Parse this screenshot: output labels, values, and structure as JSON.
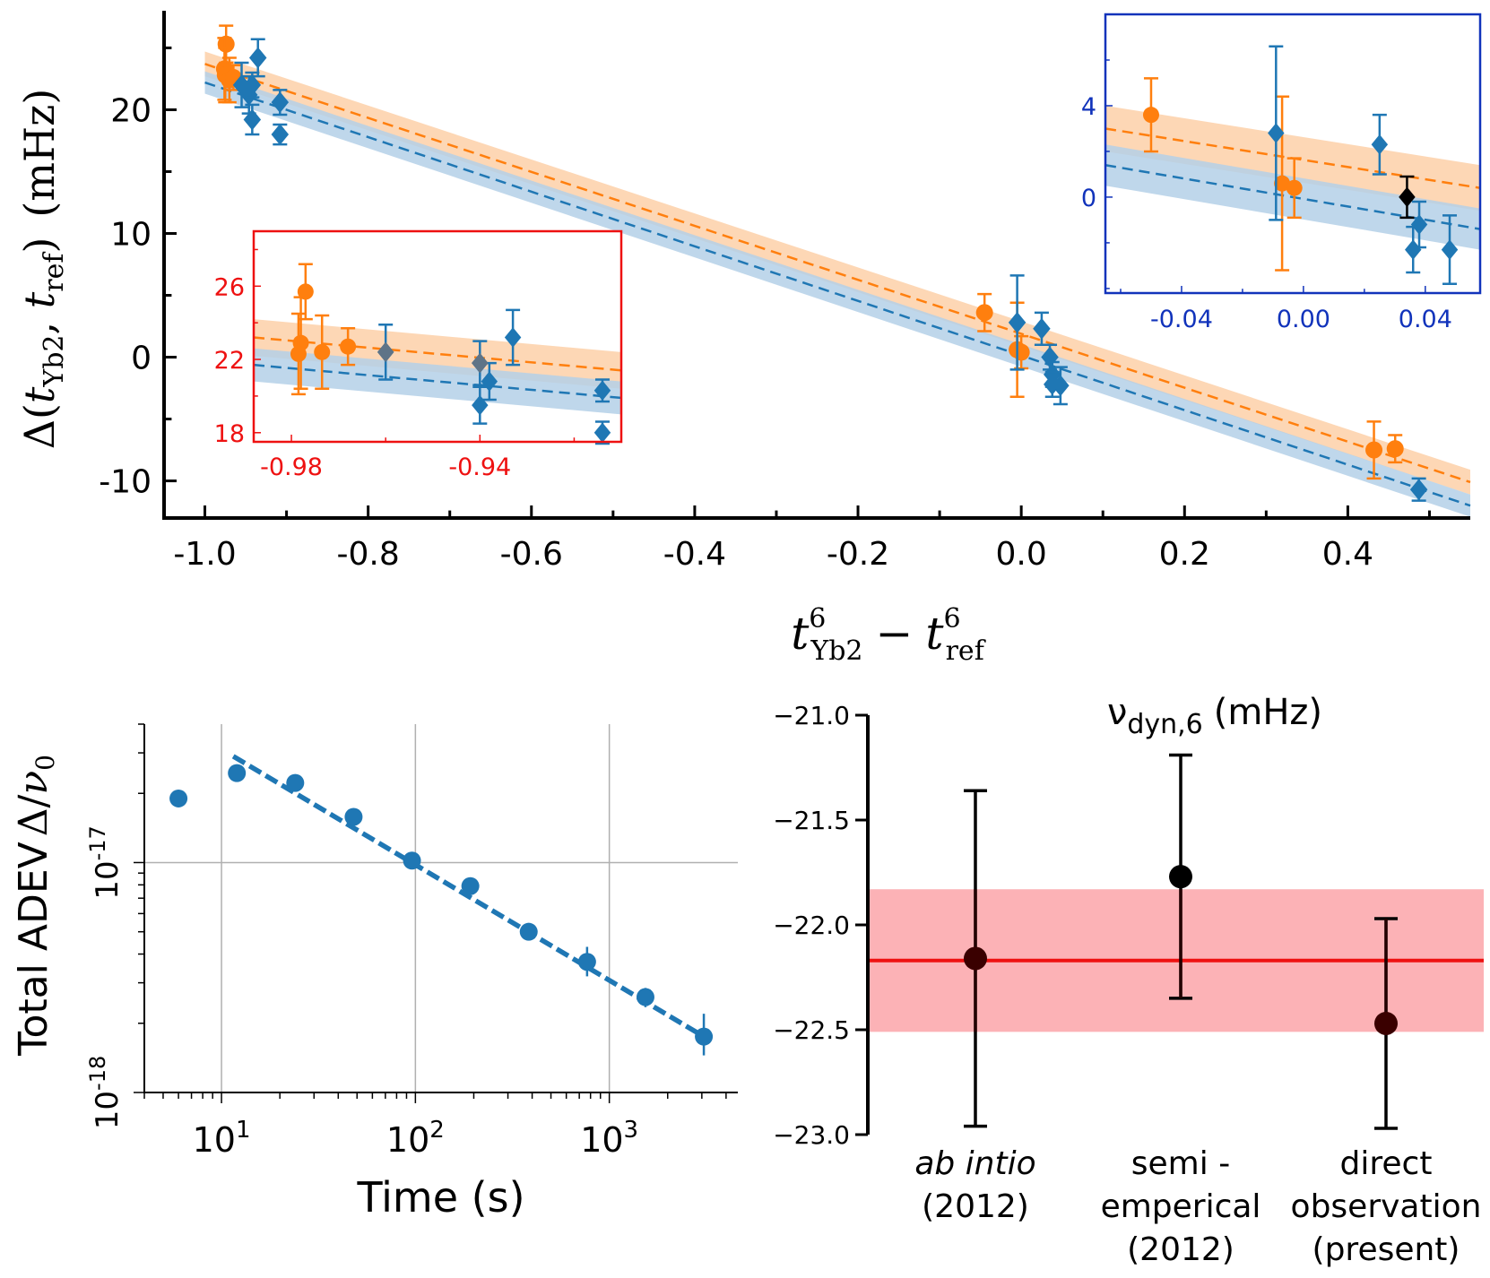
{
  "colors": {
    "orange": "#ff7f0e",
    "blue": "#1f77b4",
    "orange_band": "#fdd0a8",
    "blue_band": "#b4d0e8",
    "black_point": "#000000",
    "dark_red_point": "#3a0000",
    "inset_red": "#ee1111",
    "inset_blue": "#1133bb",
    "ref_red": "#ee1111",
    "ref_band": "#fcb2b6",
    "grid": "#b0b0b0"
  },
  "chart_data": [
    {
      "id": "main",
      "type": "scatter",
      "ylabel": "Δ(t_Yb2, t_ref)  (mHz)",
      "ylabel_parts": {
        "delta": "Δ(",
        "t1": "t",
        "s1": "Yb2",
        "comma": ",  ",
        "t2": "t",
        "s2": "ref",
        "close": ")",
        "unit": "(mHz)"
      },
      "xlabel_parts": {
        "t1": "t",
        "sup1": "6",
        "s1": "Yb2",
        "minus": "−",
        "t2": "t",
        "sup2": "6",
        "s2": "ref"
      },
      "xlim": [
        -1.05,
        0.55
      ],
      "ylim": [
        -13,
        28
      ],
      "xticks": [
        -1.0,
        -0.8,
        -0.6,
        -0.4,
        -0.2,
        0.0,
        0.2,
        0.4
      ],
      "xtick_labels": [
        "-1.0",
        "-0.8",
        "-0.6",
        "-0.4",
        "-0.2",
        "0.0",
        "0.2",
        "0.4"
      ],
      "yticks": [
        -10,
        0,
        10,
        20
      ],
      "ytick_labels": [
        "-10",
        "0",
        "10",
        "20"
      ],
      "series": [
        {
          "marker": "circle",
          "color": "orange",
          "points": [
            {
              "x": -0.974,
              "y": 25.3,
              "err": 1.5
            },
            {
              "x": -0.976,
              "y": 23.3,
              "err": 2.5
            },
            {
              "x": -0.975,
              "y": 22.8,
              "err": 2.2
            },
            {
              "x": -0.97,
              "y": 22.4,
              "err": 1.8
            },
            {
              "x": -0.965,
              "y": 22.6,
              "err": 1.0
            },
            {
              "x": -0.045,
              "y": 3.6,
              "err": 1.5
            },
            {
              "x": -0.005,
              "y": 0.6,
              "err": 3.8
            },
            {
              "x": 0.0,
              "y": 0.4,
              "err": 1.3
            },
            {
              "x": 0.432,
              "y": -7.5,
              "err": 2.3
            },
            {
              "x": 0.458,
              "y": -7.4,
              "err": 1.1
            }
          ]
        },
        {
          "marker": "diamond",
          "color": "blue",
          "points": [
            {
              "x": -0.955,
              "y": 22.0,
              "err": 1.8
            },
            {
              "x": -0.946,
              "y": 21.2,
              "err": 1.5
            },
            {
              "x": -0.942,
              "y": 19.2,
              "err": 1.2
            },
            {
              "x": -0.942,
              "y": 22.0,
              "err": 1.0
            },
            {
              "x": -0.935,
              "y": 24.2,
              "err": 1.5
            },
            {
              "x": -0.908,
              "y": 20.6,
              "err": 1.0
            },
            {
              "x": -0.908,
              "y": 18.0,
              "err": 0.8
            },
            {
              "x": -0.005,
              "y": 2.8,
              "err": 3.8
            },
            {
              "x": 0.025,
              "y": 2.3,
              "err": 1.3
            },
            {
              "x": 0.035,
              "y": 0.0,
              "err": 1.0
            },
            {
              "x": 0.038,
              "y": -1.4,
              "err": 1.0
            },
            {
              "x": 0.038,
              "y": -2.2,
              "err": 1.0
            },
            {
              "x": 0.048,
              "y": -2.3,
              "err": 1.5
            },
            {
              "x": 0.487,
              "y": -10.7,
              "err": 0.9
            }
          ]
        }
      ],
      "fits": [
        {
          "color": "orange",
          "x": [
            -1.0,
            0.55
          ],
          "y": [
            23.7,
            -10.1
          ],
          "band_halfwidth": 1.0
        },
        {
          "color": "blue",
          "x": [
            -1.0,
            0.55
          ],
          "y": [
            22.2,
            -12.0
          ],
          "band_halfwidth": 0.9
        }
      ]
    },
    {
      "id": "inset_red",
      "type": "scatter",
      "xlim": [
        -0.988,
        -0.91
      ],
      "ylim": [
        17.5,
        29.0
      ],
      "xticks": [
        -0.98,
        -0.94
      ],
      "xtick_labels": [
        "-0.98",
        "-0.94"
      ],
      "xminor": [
        -0.96,
        -0.92
      ],
      "yticks": [
        18,
        22,
        26
      ],
      "ytick_labels": [
        "18",
        "22",
        "26"
      ],
      "series": [
        {
          "marker": "circle",
          "color": "orange",
          "points": [
            {
              "x": -0.977,
              "y": 25.7,
              "err": 1.5
            },
            {
              "x": -0.978,
              "y": 22.9,
              "err": 2.5
            },
            {
              "x": -0.9785,
              "y": 22.3,
              "err": 2.2
            },
            {
              "x": -0.9735,
              "y": 22.4,
              "err": 2.0
            },
            {
              "x": -0.968,
              "y": 22.7,
              "err": 1.0
            }
          ]
        },
        {
          "marker": "diamond",
          "color": "blue",
          "points": [
            {
              "x": -0.96,
              "y": 22.4,
              "err": 1.5
            },
            {
              "x": -0.94,
              "y": 21.8,
              "err": 1.2
            },
            {
              "x": -0.938,
              "y": 20.8,
              "err": 1.0
            },
            {
              "x": -0.94,
              "y": 19.5,
              "err": 1.0
            },
            {
              "x": -0.933,
              "y": 23.2,
              "err": 1.5
            },
            {
              "x": -0.914,
              "y": 20.3,
              "err": 0.6
            },
            {
              "x": -0.914,
              "y": 18.0,
              "err": 0.6
            }
          ]
        },
        {
          "marker": "diamond",
          "color": "grey_overlap",
          "points": [
            {
              "x": -0.96,
              "y": 22.4,
              "err": 0
            },
            {
              "x": -0.94,
              "y": 21.8,
              "err": 0
            }
          ]
        }
      ],
      "fits": [
        {
          "color": "orange",
          "x": [
            -0.988,
            -0.91
          ],
          "y": [
            23.2,
            21.4
          ],
          "band_halfwidth": 1.0
        },
        {
          "color": "blue",
          "x": [
            -0.988,
            -0.91
          ],
          "y": [
            21.7,
            19.9
          ],
          "band_halfwidth": 0.9
        }
      ]
    },
    {
      "id": "inset_blue",
      "type": "scatter",
      "xlim": [
        -0.065,
        0.058
      ],
      "ylim": [
        -4.2,
        8.0
      ],
      "xticks": [
        -0.04,
        0.0,
        0.04
      ],
      "xtick_labels": [
        "-0.04",
        "0.00",
        "0.04"
      ],
      "xminor": [
        -0.06,
        -0.02,
        0.02
      ],
      "yticks": [
        0,
        4
      ],
      "ytick_labels": [
        "0",
        "4"
      ],
      "series": [
        {
          "marker": "circle",
          "color": "orange",
          "points": [
            {
              "x": -0.05,
              "y": 3.6,
              "err": 1.6
            },
            {
              "x": -0.007,
              "y": 0.6,
              "err": 3.8
            },
            {
              "x": -0.003,
              "y": 0.4,
              "err": 1.3
            }
          ]
        },
        {
          "marker": "diamond",
          "color": "blue",
          "points": [
            {
              "x": -0.009,
              "y": 2.8,
              "err": 3.8
            },
            {
              "x": 0.025,
              "y": 2.3,
              "err": 1.3
            },
            {
              "x": 0.038,
              "y": -1.2,
              "err": 1.0
            },
            {
              "x": 0.036,
              "y": -2.3,
              "err": 1.0
            },
            {
              "x": 0.048,
              "y": -2.3,
              "err": 1.5
            }
          ]
        },
        {
          "marker": "diamond",
          "color": "black_point",
          "points": [
            {
              "x": 0.034,
              "y": 0.0,
              "err": 0.9
            }
          ]
        }
      ],
      "fits": [
        {
          "color": "orange",
          "x": [
            -0.065,
            0.058
          ],
          "y": [
            3.0,
            0.4
          ],
          "band_halfwidth": 1.0
        },
        {
          "color": "blue",
          "x": [
            -0.065,
            0.058
          ],
          "y": [
            1.4,
            -1.4
          ],
          "band_halfwidth": 0.9
        }
      ]
    },
    {
      "id": "adev",
      "type": "scatter",
      "xlabel": "Time (s)",
      "ylabel": "Total ADEV Δ/ν₀",
      "ylabel_parts": {
        "main": "Total ADEV",
        "delta": "Δ/",
        "nu": "ν",
        "sub": "0"
      },
      "xscale": "log",
      "yscale": "log",
      "xlim": [
        4.0,
        4600
      ],
      "ylim": [
        1e-18,
        4e-17
      ],
      "xtick_labels": [
        {
          "base": "10",
          "exp": "1"
        },
        {
          "base": "10",
          "exp": "2"
        },
        {
          "base": "10",
          "exp": "3"
        }
      ],
      "ytick_labels": [
        {
          "base": "10",
          "exp": "-18"
        },
        {
          "base": "10",
          "exp": "-17"
        }
      ],
      "grid": true,
      "series": [
        {
          "color": "blue",
          "points": [
            {
              "x": 6,
              "y": 1.9e-17,
              "err_lo": 0,
              "err_hi": 0
            },
            {
              "x": 12,
              "y": 2.45e-17,
              "err_lo": 0,
              "err_hi": 0
            },
            {
              "x": 24,
              "y": 2.22e-17,
              "err_lo": 0,
              "err_hi": 0
            },
            {
              "x": 48,
              "y": 1.58e-17,
              "err_lo": 0,
              "err_hi": 0
            },
            {
              "x": 96,
              "y": 1.02e-17,
              "err_lo": 0,
              "err_hi": 0
            },
            {
              "x": 192,
              "y": 7.9e-18,
              "err_lo": 4e-19,
              "err_hi": 4e-19
            },
            {
              "x": 384,
              "y": 5e-18,
              "err_lo": 3.5e-19,
              "err_hi": 3.5e-19
            },
            {
              "x": 768,
              "y": 3.7e-18,
              "err_lo": 5e-19,
              "err_hi": 6e-19
            },
            {
              "x": 1536,
              "y": 2.6e-18,
              "err_lo": 2.5e-19,
              "err_hi": 2.5e-19
            },
            {
              "x": 3072,
              "y": 1.75e-18,
              "err_lo": 3e-19,
              "err_hi": 4.5e-19
            }
          ]
        }
      ],
      "fit": {
        "x": [
          11.5,
          3072
        ],
        "y": [
          2.9e-17,
          1.75e-18
        ]
      }
    },
    {
      "id": "comparison",
      "type": "scatter",
      "title": "ν_dyn,6 (mHz)",
      "title_parts": {
        "nu": "ν",
        "sub": "dyn,6",
        "unit": "(mHz)"
      },
      "ylim": [
        -23.0,
        -21.0
      ],
      "yticks": [
        -23.0,
        -22.5,
        -22.0,
        -21.5,
        -21.0
      ],
      "ytick_labels": [
        "−23.0",
        "−22.5",
        "−22.0",
        "−21.5",
        "−21.0"
      ],
      "categories": [
        {
          "lines": [
            "ab intio",
            "(2012)"
          ],
          "italic_first": true
        },
        {
          "lines": [
            "semi -",
            "emperical",
            "(2012)"
          ],
          "italic_first": false
        },
        {
          "lines": [
            "direct",
            "observation",
            "(present)"
          ],
          "italic_first": false
        }
      ],
      "values": [
        -22.16,
        -21.77,
        -22.47
      ],
      "errors_low": [
        0.8,
        0.58,
        0.5
      ],
      "errors_high": [
        0.8,
        0.58,
        0.5
      ],
      "reference": {
        "value": -22.17,
        "band": [
          -22.51,
          -21.83
        ]
      }
    }
  ]
}
